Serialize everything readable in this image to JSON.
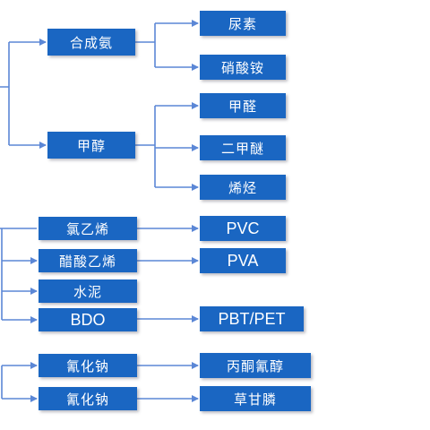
{
  "colors": {
    "box_fill": "#1a66c2",
    "connector": "#5b87d6",
    "text": "#ffffff"
  },
  "nodes": {
    "hecheng_an": "合成氨",
    "niaosu": "尿素",
    "xiaosuan_an": "硝酸铵",
    "jiachun": "甲醇",
    "jiaquan": "甲醛",
    "erjiami": "二甲醚",
    "xiting": "烯烃",
    "lvyixi": "氯乙烯",
    "pvc": "PVC",
    "cusuan_yixi": "醋酸乙烯",
    "pva": "PVA",
    "shuini": "水泥",
    "bdo": "BDO",
    "pbt_pet": "PBT/PET",
    "qinghuana_1": "氰化钠",
    "bingtong_qingchun": "丙酮氰醇",
    "qinghuana_2": "氰化钠",
    "caoganlin": "草甘膦"
  }
}
